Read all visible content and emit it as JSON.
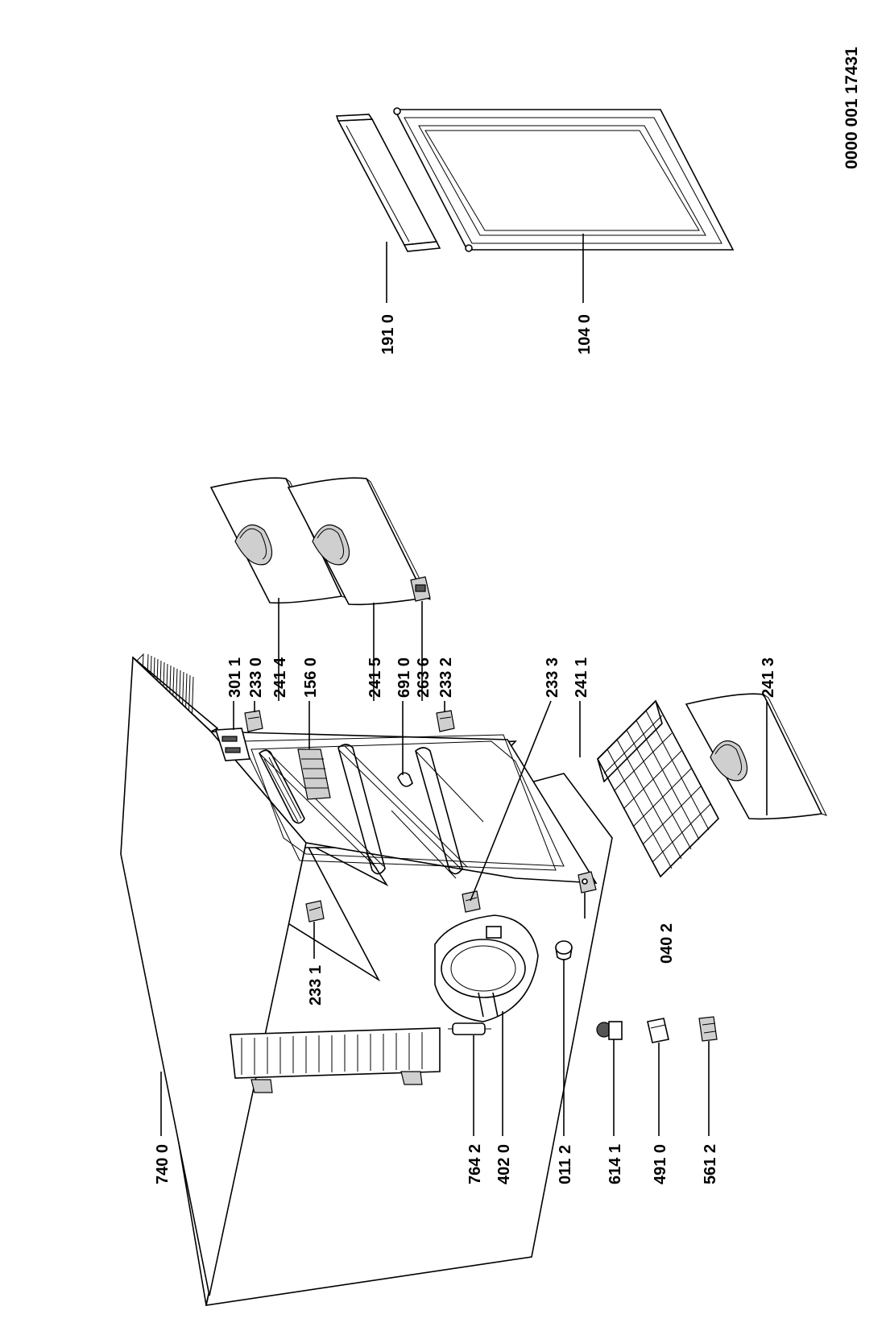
{
  "document_code": "0000 001 17431",
  "parts": {
    "p7400": "740 0",
    "p7642": "764 2",
    "p4020": "402 0",
    "p0112": "011 2",
    "p6141": "614 1",
    "p4910": "491 0",
    "p5612": "561 2",
    "p2331": "233 1",
    "p0402": "040 2",
    "p3011": "301 1",
    "p2330": "233 0",
    "p2414": "241 4",
    "p1560": "156 0",
    "p2415": "241 5",
    "p6910": "691 0",
    "p2636": "263 6",
    "p2332": "233 2",
    "p2333": "233 3",
    "p2411": "241 1",
    "p2413": "241 3",
    "p1910": "191 0",
    "p1040": "104 0"
  }
}
